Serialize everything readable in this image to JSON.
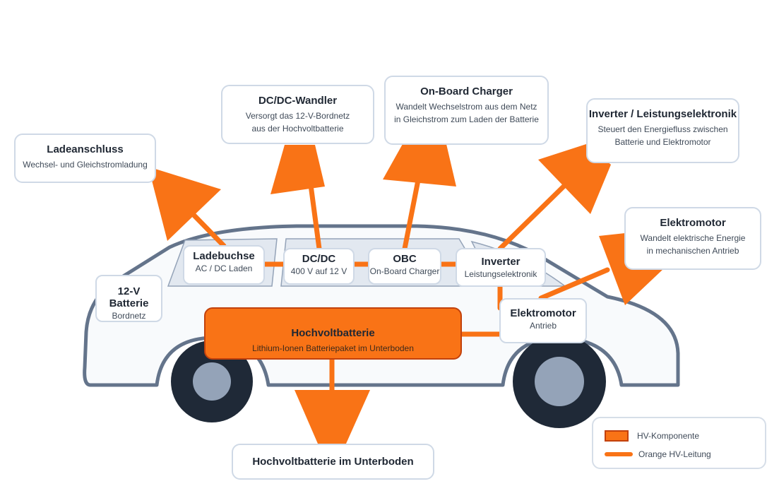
{
  "colors": {
    "hv_orange": "#f97316",
    "hv_border": "#c2410c",
    "car_outline": "#64748b",
    "tire": "#1f2937",
    "hub": "#94a3b8",
    "window": "#e2e8f0",
    "car_body": "#f8fafc"
  },
  "callouts": {
    "ladeanschluss": {
      "title": "Ladeanschluss",
      "desc": [
        "Wechsel- und Gleichstromladung"
      ]
    },
    "dcdc_wandler": {
      "title": "DC/DC-Wandler",
      "desc": [
        "Versorgt das 12-V-Bordnetz",
        "aus der Hochvoltbatterie"
      ]
    },
    "onboard_charger": {
      "title": "On-Board Charger",
      "desc": [
        "Wandelt Wechselstrom aus dem Netz",
        "in Gleichstrom zum Laden der Batterie"
      ]
    },
    "inverter_le": {
      "title": "Inverter / Leistungselektronik",
      "desc": [
        "Steuert den Energiefluss zwischen",
        "Batterie und Elektromotor"
      ]
    },
    "elektromotor": {
      "title": "Elektromotor",
      "desc": [
        "Wandelt elektrische Energie",
        "in mechanischen Antrieb"
      ]
    },
    "hv_unterboden": {
      "title": "Hochvoltbatterie im Unterboden"
    }
  },
  "components": {
    "ladebuchse": {
      "title": "Ladebuchse",
      "sub": "AC / DC Laden"
    },
    "dcdc": {
      "title": "DC/DC",
      "sub": "400 V auf 12 V"
    },
    "obc": {
      "title": "OBC",
      "sub": "On-Board Charger"
    },
    "inverter": {
      "title": "Inverter",
      "sub": "Leistungselektronik"
    },
    "batterie12v": {
      "title": "12-V Batterie",
      "sub": "Bordnetz"
    },
    "motor": {
      "title": "Elektromotor",
      "sub": "Antrieb"
    },
    "hv_battery": {
      "title": "Hochvoltbatterie",
      "sub": "Lithium-Ionen Batteriepaket im Unterboden"
    }
  },
  "legend": {
    "items": [
      {
        "label": "HV-Komponente"
      },
      {
        "label": "Orange HV-Leitung"
      }
    ]
  }
}
